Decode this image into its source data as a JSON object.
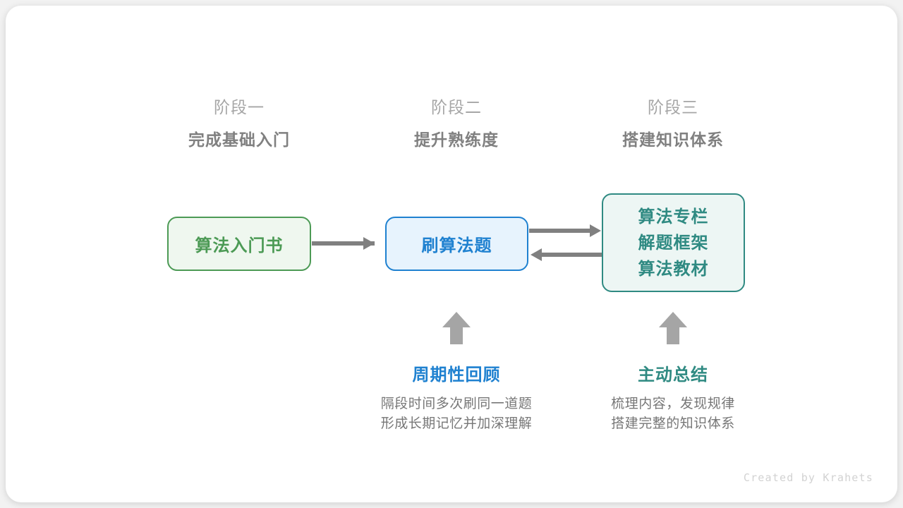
{
  "canvas": {
    "background": "#f2f2f2",
    "card_background": "#ffffff"
  },
  "colors": {
    "green": "#4c9a55",
    "blue": "#1f81d0",
    "teal": "#2f8a82",
    "arrow_gray": "#808080",
    "header_label_gray": "#a6a6a6",
    "header_title_gray": "#808080",
    "description_gray": "#777777",
    "footer_gray": "#d2d2d2"
  },
  "stages": [
    {
      "label": "阶段一",
      "title": "完成基础入门"
    },
    {
      "label": "阶段二",
      "title": "提升熟练度"
    },
    {
      "label": "阶段三",
      "title": "搭建知识体系"
    }
  ],
  "nodes": {
    "book": {
      "text": "算法入门书"
    },
    "practice": {
      "text": "刷算法题"
    },
    "resources": {
      "lines": [
        "算法专栏",
        "解题框架",
        "算法教材"
      ]
    }
  },
  "annotations": [
    {
      "title": "周期性回顾",
      "desc_line1": "隔段时间多次刷同一道题",
      "desc_line2": "形成长期记忆并加深理解"
    },
    {
      "title": "主动总结",
      "desc_line1": "梳理内容，发现规律",
      "desc_line2": "搭建完整的知识体系"
    }
  ],
  "footer": {
    "credit": "Created by Krahets"
  }
}
